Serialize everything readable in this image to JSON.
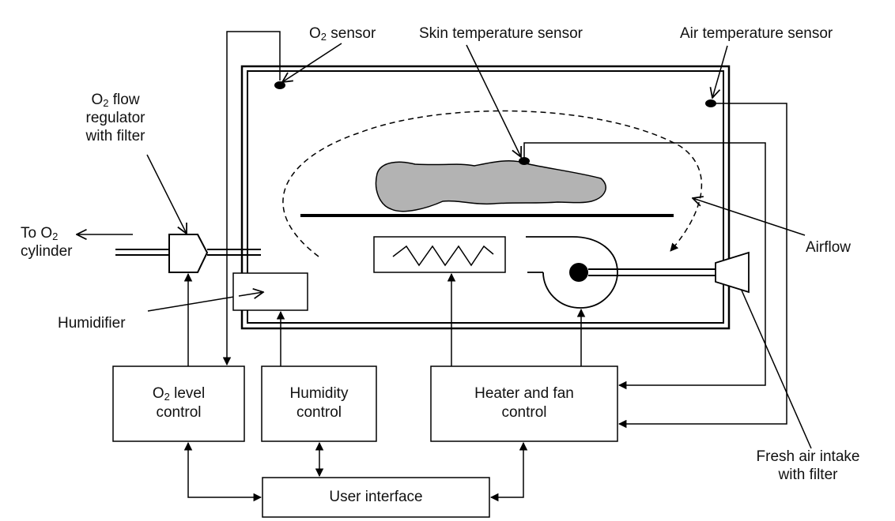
{
  "labels": {
    "o2_sensor": {
      "prefix": "O",
      "sub": "2",
      "suffix": " sensor"
    },
    "skin_sensor": "Skin temperature sensor",
    "air_sensor": "Air temperature sensor",
    "o2_flow": {
      "line1_prefix": "O",
      "line1_sub": "2",
      "line1_suffix": " flow",
      "line2": "regulator",
      "line3": "with filter"
    },
    "to_o2": {
      "line1_prefix": "To O",
      "line1_sub": "2",
      "line2": "cylinder"
    },
    "humidifier": "Humidifier",
    "airflow": "Airflow",
    "fresh_air": {
      "line1": "Fresh air intake",
      "line2": "with filter"
    }
  },
  "boxes": {
    "o2_control": {
      "line1_prefix": "O",
      "line1_sub": "2",
      "line1_suffix": " level",
      "line2": "control"
    },
    "humidity_control": {
      "line1": "Humidity",
      "line2": "control"
    },
    "heater_fan_control": {
      "line1": "Heater and fan",
      "line2": "control"
    },
    "user_interface": "User interface"
  }
}
